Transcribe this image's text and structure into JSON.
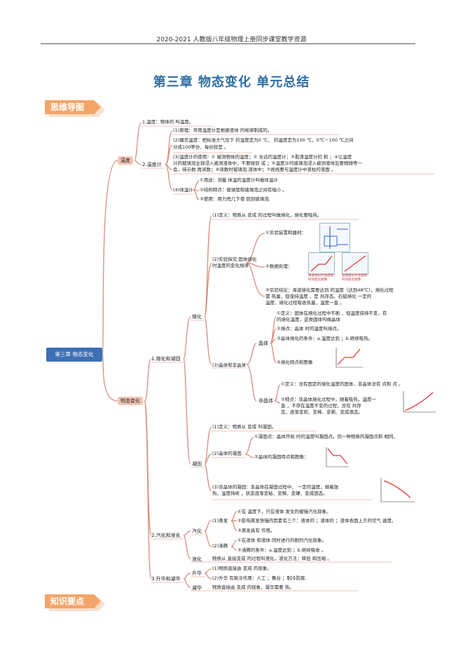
{
  "header": "2020-2021 人教版八年级物理上册同步课堂教学资源",
  "title": "第三章  物态变化  单元总结",
  "sections": {
    "mindmap": "思维导图",
    "points": "知识要点"
  },
  "root": "第三章   物态变化",
  "branches": {
    "wendu": "温度",
    "wutai": "物态变化"
  },
  "wendu": {
    "n1": "1.温度",
    "n1_text": "1.温度：物体的            叫温度。",
    "n2": "2.温度计",
    "p1": "(1)原理：常用温度计是根据液体              的规律制成的。",
    "p2a": "(2)摄氏温度：把标准大气压下              的温度定为0 ℃，          的温度定为100 ℃，0℃－100 ℃之间",
    "p2b": "分成100等份，每份就是          。",
    "p3a": "(3)温度计的使用：①        被测物体的温度；②        合适的温度计；③看清温度计的        和        ；④让温度",
    "p3b": "计的玻璃泡全部浸入被测液体中，不要碰到              或       ；⑤温度计的玻璃泡浸入被测液体后要稍微等一",
    "p3c": "会，待示数        再读数；⑥读数时玻璃泡        液体中；⑦视线要与温度计中液柱的液面          。",
    "p4": "(4)体温计",
    "p4a": "①用途：测量          体温的温度计叫做体温计.",
    "p4b": "②结构特点：玻璃管和玻璃泡之间有缩小 。",
    "p4c": "③使用：用力甩几下使            回到玻璃泡."
  },
  "wutai": {
    "n1": "1.熔化和凝固",
    "ronghua": "熔化",
    "r1": "(1)定义：物质从          变成           的过程叫做熔化，熔化要吸热。",
    "r2a": "(2)实验探究:固体熔化",
    "r2b": "时温度的变化规律",
    "r2i": "①实验装置和器材：",
    "r2ii": "②数据处理：",
    "cap1": "海波熔化时温度随时间变化图像",
    "cap2": "石蜡熔化时温度随时间变化图像",
    "r2iii_a": "③实验结论：海波熔化需要达到          的温度（达到48℃），熔化过程",
    "r2iii_b": "需          热量，但保持温度         ，是         共存态。石蜡熔化        一定的",
    "r2iii_c": "温度，熔化过程吸收热量，温度一直        。",
    "r3": "(3)晶体和非晶体",
    "jingti": "晶体",
    "j1a": "①定义：固体在熔化过程中不断         ，但温度保持不变，有",
    "j1b": "的熔化温度，这类固体叫做晶体",
    "j2": "②熔点：晶体          时的温度叫熔点。",
    "j3": "③晶体熔化的条件：a.温度达到         ；b.继续吸热。",
    "j4": "④熔化特点和图像",
    "feijingti": "非晶体",
    "f1": "①定义：没有固定的熔化温度的固体，非晶体没有         点和        点 。",
    "f2a": "②特点：非晶体熔化过程中，随着吸热，温度一",
    "f2b": "直        ，不存在温度不变的过程，没有          共存",
    "f2c": "态，逐渐变软、变稀、变粥、变成液态。",
    "ningu": "凝固",
    "g1": "(1)定义：物质从         变成         叫凝固。",
    "g2": "(2)晶体的凝固",
    "g2a": "①凝固点：晶体开始          时的温度叫凝固点。同一种物质的凝固点和          相同。",
    "g2b": "②晶体的凝固特点和图像：",
    "g3a": "(3)非晶体的凝固：非晶体在凝固过程中，           一定的温度，随着放",
    "g3b": "热，温度持续         ，状态逐渐变粘、变稠、变硬、变成固态。",
    "n2": "2.汽化和液化",
    "qihua": "汽化",
    "z": "(1)蒸发",
    "z1": "①在          温度下，只在液体          发生的缓慢汽化现象。",
    "z2": "②影响蒸发快慢的因素有三个：液体的          ；液体的           ；液体表面上方的空气          速度。",
    "z3": "③蒸发具有          作用。",
    "f": "(2)沸腾",
    "fa": "①在液体         和液体          同时进行的剧烈汽化现象。",
    "fb": "②沸腾的条件：a.温度达到           ；b.继续吸收          。",
    "yehua": "液化",
    "yehua_text": "物质从         直接变成         的过程叫液化，液化方法：降低        和压缩          。",
    "n3": "3.升华和凝华",
    "shenghua": "升华",
    "s1": "(1)物质直接由          变成          的现象。",
    "s2": "(2)升华          有致冷作用：人工          ；舞台          ；制冷防腐.",
    "ninghua": "凝华",
    "nh": "物质直接由          变成         的现象，凝华需要          热。"
  },
  "colors": {
    "line": "#d98f7e",
    "accent": "#f4a66a",
    "pill": "#f3c4b4",
    "root": "#3e6eb5",
    "title": "#2e6da4"
  }
}
